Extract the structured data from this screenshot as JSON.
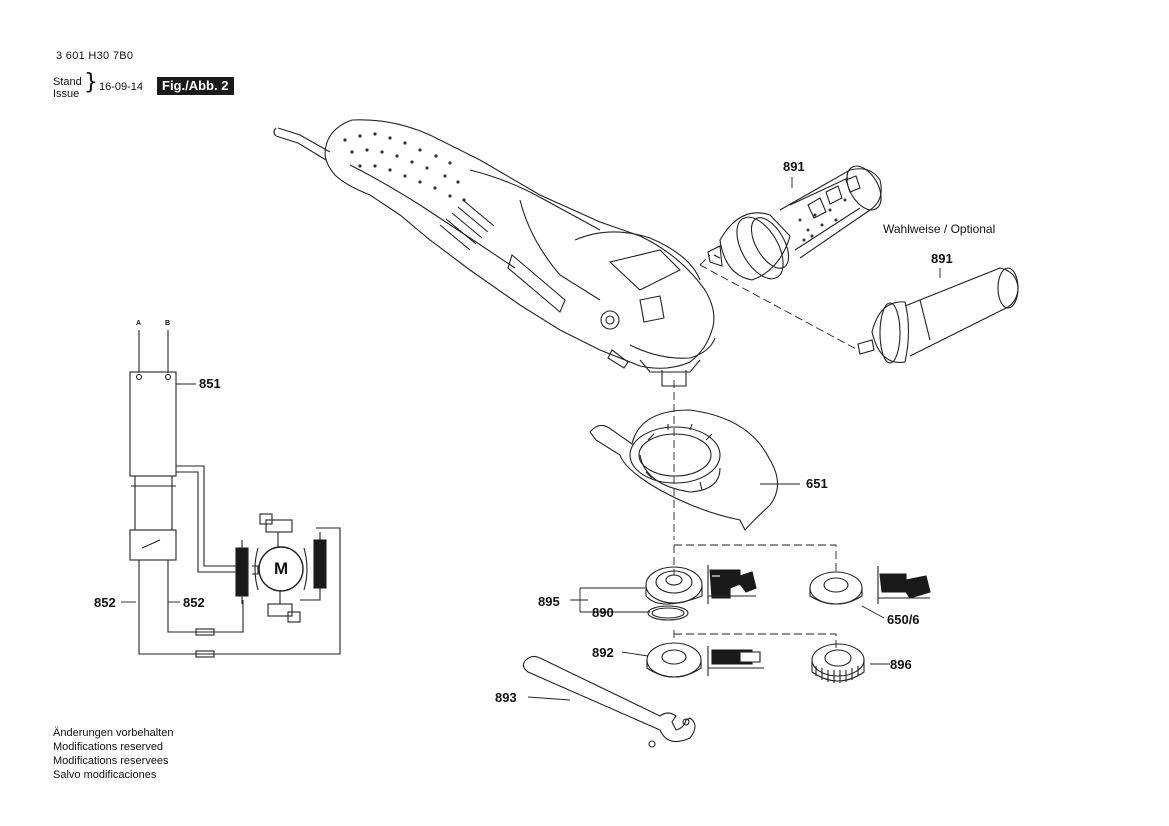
{
  "header": {
    "doc_number": "3 601 H30 7B0",
    "stand_label_1": "Stand",
    "stand_label_2": "Issue",
    "date": "16-09-14",
    "figure": "Fig./Abb. 2"
  },
  "optional_label": "Wahlweise / Optional",
  "callouts": {
    "p891a": "891",
    "p891b": "891",
    "p851": "851",
    "p651": "651",
    "p895": "895",
    "p890": "890",
    "p650_6": "650/6",
    "p852a": "852",
    "p852b": "852",
    "p892": "892",
    "p896": "896",
    "p893": "893"
  },
  "wiring": {
    "terminal_a": "A",
    "terminal_b": "B",
    "motor_label": "M"
  },
  "notes": [
    "Änderungen vorbehalten",
    "Modifications reserved",
    "Modifications reservees",
    "Salvo modificaciones"
  ]
}
